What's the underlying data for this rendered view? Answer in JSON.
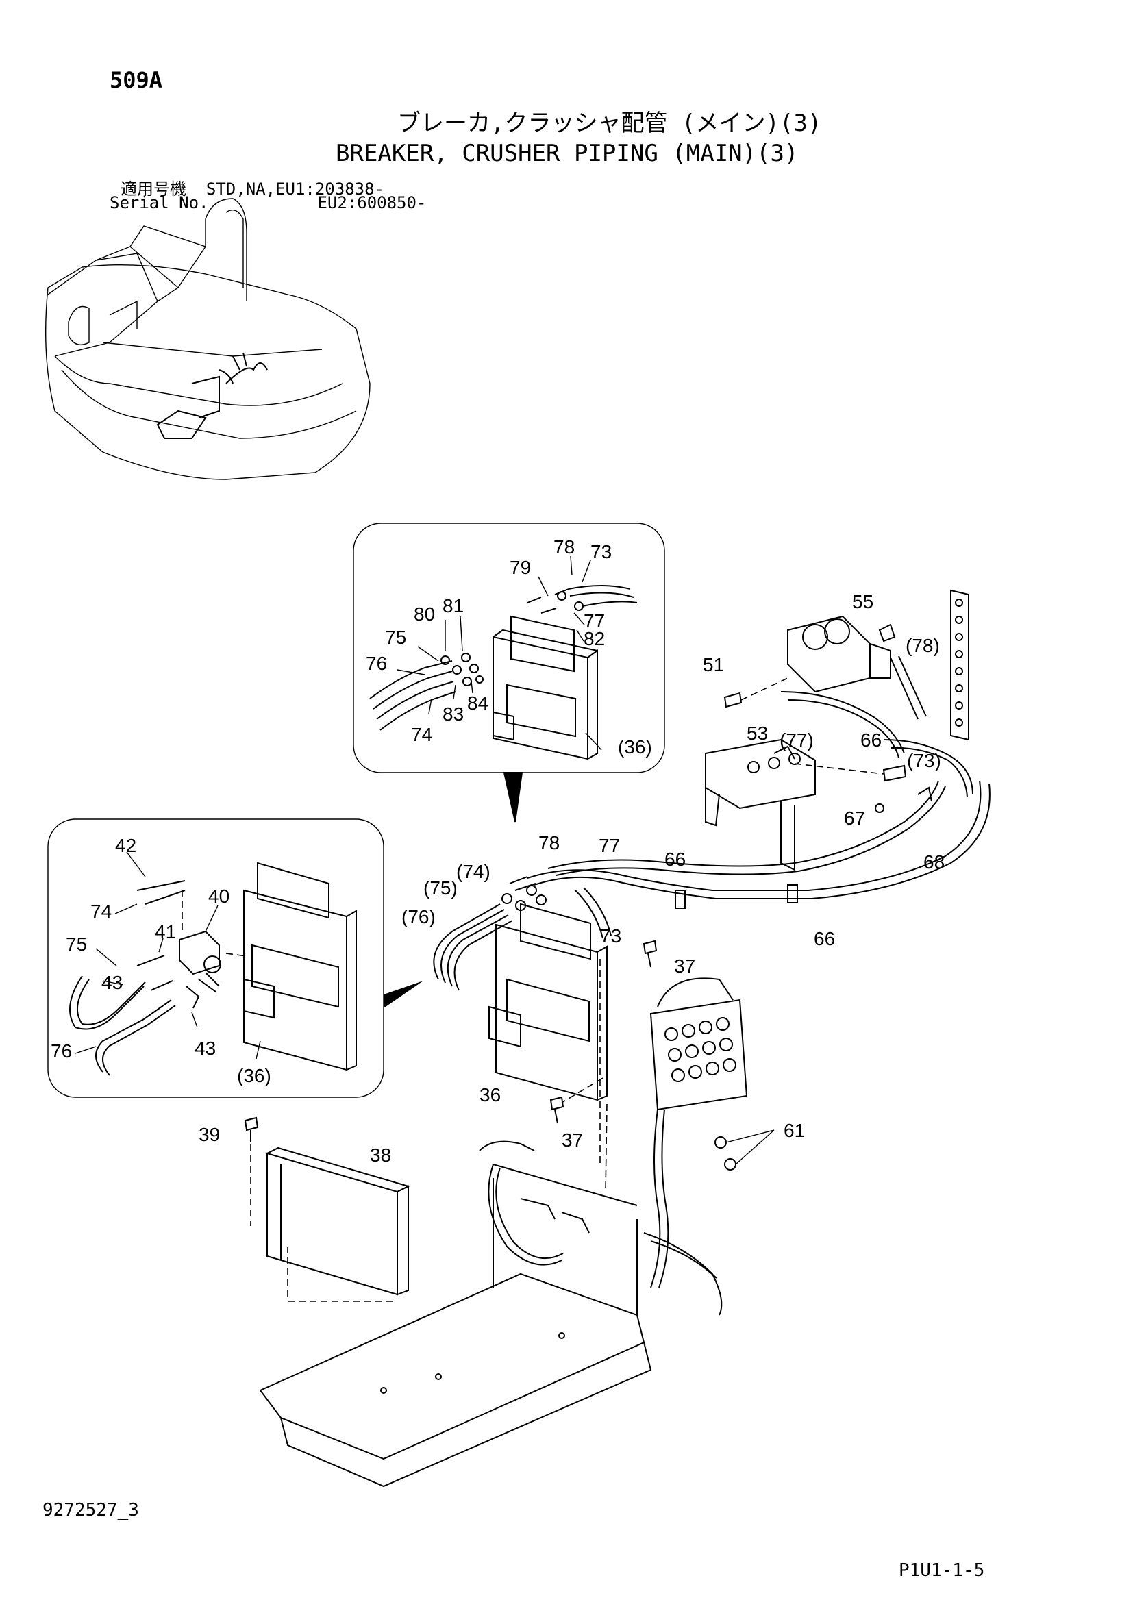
{
  "header": {
    "page_code": "509A",
    "title_jp": "ブレーカ,クラッシャ配管 (メイン)(3)",
    "title_en": "BREAKER, CRUSHER PIPING (MAIN)(3)",
    "serial_label_jp": "適用号機",
    "serial_label_en": "Serial No.",
    "serial_line1": "STD,NA,EU1:203838-",
    "serial_line2": "EU2:600850-"
  },
  "footer": {
    "doc_number": "9272527_3",
    "page_ref": "P1U1-1-5"
  },
  "callouts": {
    "inset_top": [
      "78",
      "73",
      "79",
      "80",
      "81",
      "77",
      "82",
      "75",
      "76",
      "83",
      "84",
      "74",
      "(36)"
    ],
    "inset_left": [
      "42",
      "74",
      "40",
      "75",
      "41",
      "43",
      "43",
      "76",
      "(36)"
    ],
    "main": [
      "55",
      "(78)",
      "51",
      "53",
      "(77)",
      "66",
      "(73)",
      "67",
      "68",
      "78",
      "77",
      "(74)",
      "(75)",
      "(76)",
      "66",
      "73",
      "66",
      "37",
      "36",
      "37",
      "39",
      "38",
      "61"
    ]
  }
}
